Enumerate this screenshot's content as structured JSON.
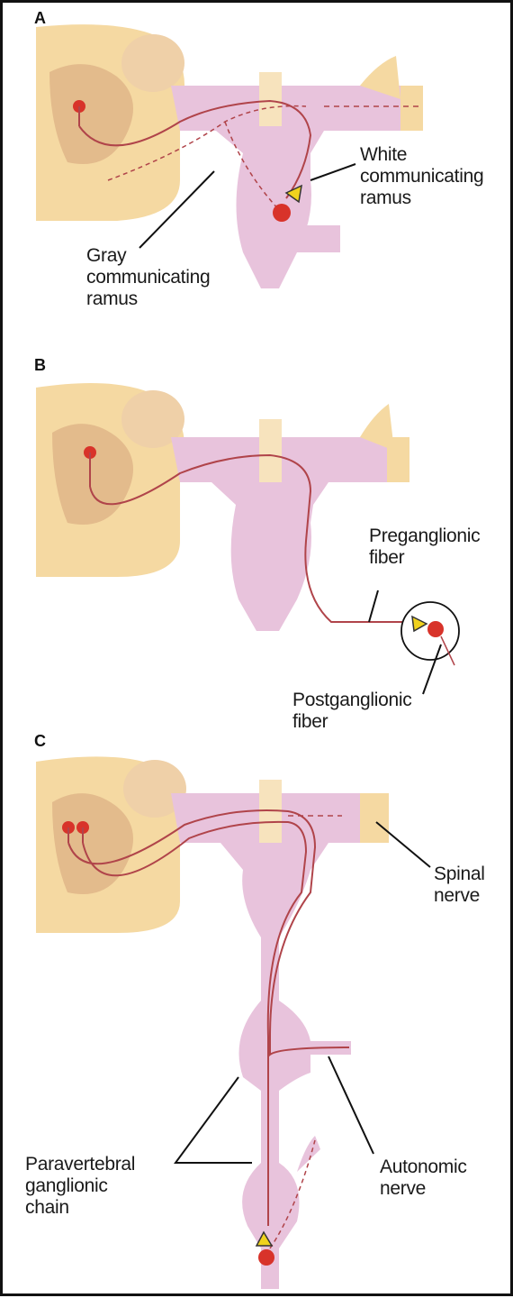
{
  "panels": [
    {
      "letter": "A",
      "labels": {
        "white_ramus": [
          "White",
          "communicating",
          "ramus"
        ],
        "gray_ramus": [
          "Gray",
          "communicating",
          "ramus"
        ]
      }
    },
    {
      "letter": "B",
      "labels": {
        "preganglionic": [
          "Preganglionic",
          "fiber"
        ],
        "postganglionic": [
          "Postganglionic",
          "fiber"
        ]
      }
    },
    {
      "letter": "C",
      "labels": {
        "spinal_nerve": [
          "Spinal",
          "nerve"
        ],
        "autonomic_nerve": [
          "Autonomic",
          "nerve"
        ],
        "paravertebral": [
          "Paravertebral",
          "ganglionic",
          "chain"
        ]
      }
    }
  ],
  "colors": {
    "spinal_cord": "#f5d9a2",
    "gray_matter": "#e3bb8c",
    "ganglion": "#e8c3dc",
    "neuron": "#d8332a",
    "fiber": "#b0444a",
    "synapse": "#f0d21e",
    "border": "#111111"
  }
}
